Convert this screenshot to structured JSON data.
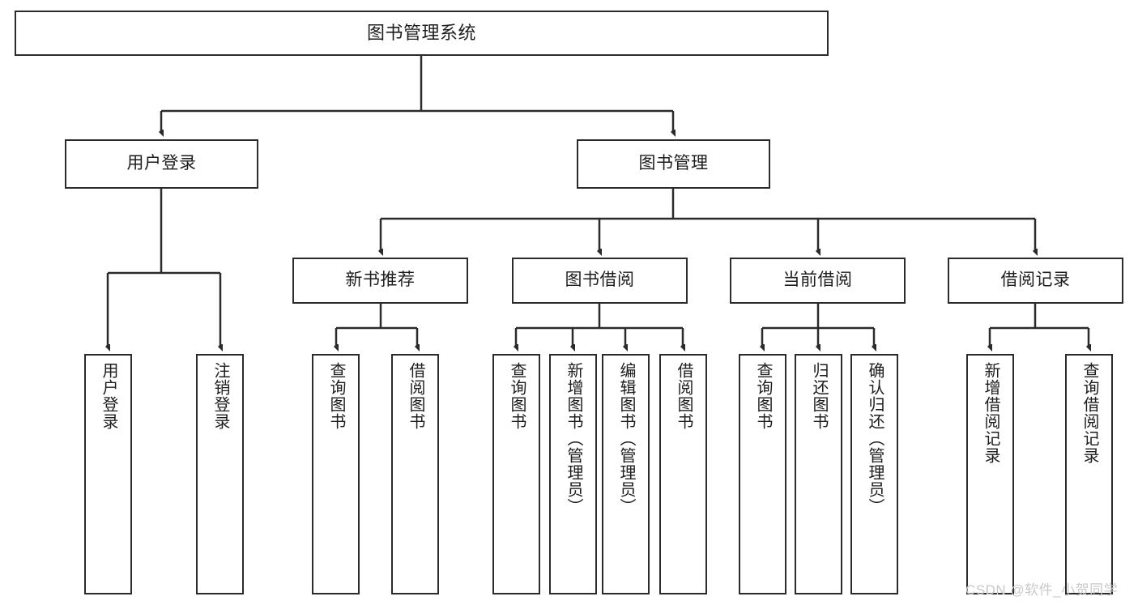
{
  "diagram": {
    "type": "tree",
    "title": "图书管理系统",
    "root": {
      "label": "图书管理系统"
    },
    "level2": [
      {
        "label": "用户登录"
      },
      {
        "label": "图书管理"
      }
    ],
    "level3": [
      {
        "label": "新书推荐"
      },
      {
        "label": "图书借阅"
      },
      {
        "label": "当前借阅"
      },
      {
        "label": "借阅记录"
      }
    ],
    "leaves": {
      "user_login": [
        {
          "label": "用户登录"
        },
        {
          "label": "注销登录"
        }
      ],
      "new_book_recommend": [
        {
          "label": "查询图书"
        },
        {
          "label": "借阅图书"
        }
      ],
      "book_borrow": [
        {
          "label": "查询图书"
        },
        {
          "label": "新增图书（管理员）"
        },
        {
          "label": "编辑图书（管理员）"
        },
        {
          "label": "借阅图书"
        }
      ],
      "current_borrow": [
        {
          "label": "查询图书"
        },
        {
          "label": "归还图书"
        },
        {
          "label": "确认归还（管理员）"
        }
      ],
      "borrow_record": [
        {
          "label": "新增借阅记录"
        },
        {
          "label": "查询借阅记录"
        }
      ]
    },
    "watermark": "CSDN @软件_小贺同学",
    "colors": {
      "stroke": "#2b2b2b",
      "text": "#1d1d1d",
      "background": "#ffffff",
      "watermark": "#c9c9c9"
    }
  }
}
